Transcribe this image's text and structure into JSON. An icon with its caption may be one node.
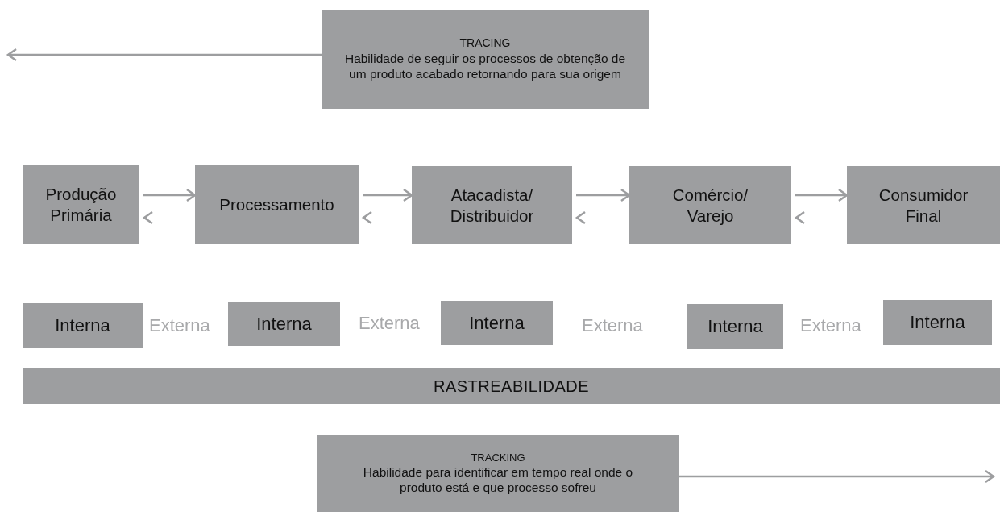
{
  "diagram": {
    "nodes": [
      {
        "text": [
          "TRACING",
          "Habilidade de seguir os processos de obtenção de um produto acabado retornando para sua origem"
        ]
      },
      {
        "text": [
          "Produção Primária"
        ]
      },
      {
        "text": [
          "Processamento"
        ]
      },
      {
        "text": [
          "Atacadista/ Distribuidor"
        ]
      },
      {
        "text": [
          "Comércio/ Varejo"
        ]
      },
      {
        "text": [
          "Consumidor Final"
        ]
      },
      {
        "text": [
          "Interna"
        ]
      },
      {
        "text": [
          "Interna"
        ]
      },
      {
        "text": [
          "Interna"
        ]
      },
      {
        "text": [
          "Interna"
        ]
      },
      {
        "text": [
          "Interna"
        ]
      },
      {
        "text": [
          "RASTREABILIDADE"
        ]
      },
      {
        "text": [
          "TRACKING",
          "Habilidade para identificar em tempo real onde o produto está e que processo sofreu"
        ]
      }
    ],
    "edges": [
      {
        "from": 0,
        "to": null,
        "arrow": "to"
      },
      {
        "from": 1,
        "to": 2,
        "arrow": "to"
      },
      {
        "from": 2,
        "to": 3,
        "arrow": "to"
      },
      {
        "from": 3,
        "to": 4,
        "arrow": "to"
      },
      {
        "from": 4,
        "to": 5,
        "arrow": "to"
      },
      {
        "from": 2,
        "to": 1,
        "arrow": "to"
      },
      {
        "from": 3,
        "to": 2,
        "arrow": "to"
      },
      {
        "from": 4,
        "to": 3,
        "arrow": "to"
      },
      {
        "from": 5,
        "to": 4,
        "arrow": "to"
      },
      {
        "from": 12,
        "to": null,
        "arrow": "to"
      }
    ],
    "labels": [
      "Externa",
      "Externa",
      "Externa",
      "Externa"
    ]
  }
}
